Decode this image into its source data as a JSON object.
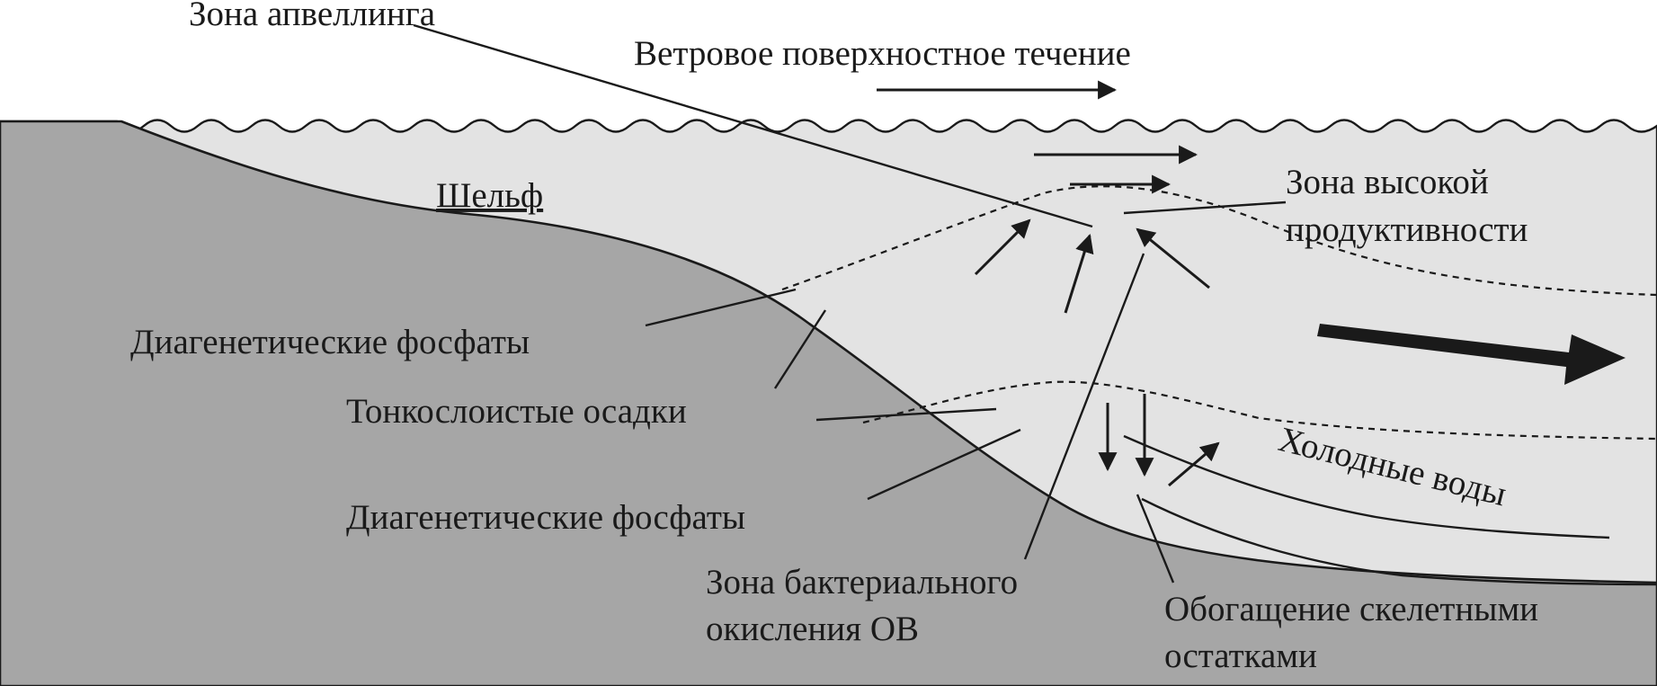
{
  "labels": {
    "upwelling_zone": "Зона апвеллинга",
    "wind_current": "Ветровое поверхностное течение",
    "shelf": "Шельф",
    "high_productivity_1": "Зона высокой",
    "high_productivity_2": "продуктивности",
    "diagenetic_phosphates_upper": "Диагенетические фосфаты",
    "thin_layered_sediments": "Тонкослоистые осадки",
    "diagenetic_phosphates_lower": "Диагенетические фосфаты",
    "cold_waters": "Холодные воды",
    "bacterial_zone_1": "Зона бактериального",
    "bacterial_zone_2": "окисления ОВ",
    "skeletal_enrichment_1": "Обогащение скелетными",
    "skeletal_enrichment_2": "остатками"
  },
  "colors": {
    "water": "#e3e3e3",
    "seabed": "#a6a6a6",
    "ink": "#1a1a1a",
    "sky": "#ffffff"
  }
}
